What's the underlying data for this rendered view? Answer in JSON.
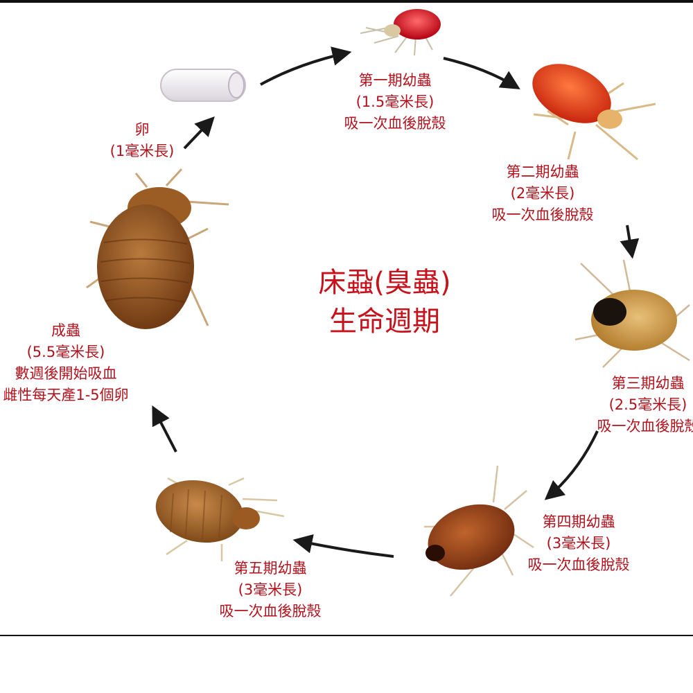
{
  "title": {
    "line1": "床蝨(臭蟲)",
    "line2": "生命週期"
  },
  "stages": {
    "egg": {
      "name": "卵",
      "size": "(1毫米長)"
    },
    "nymph1": {
      "name": "第一期幼蟲",
      "size": "(1.5毫米長)",
      "note": "吸一次血後脫殼"
    },
    "nymph2": {
      "name": "第二期幼蟲",
      "size": "(2毫米長)",
      "note": "吸一次血後脫殼"
    },
    "nymph3": {
      "name": "第三期幼蟲",
      "size": "(2.5毫米長)",
      "note": "吸一次血後脫殼"
    },
    "nymph4": {
      "name": "第四期幼蟲",
      "size": "(3毫米長)",
      "note": "吸一次血後脫殼"
    },
    "nymph5": {
      "name": "第五期幼蟲",
      "size": "(3毫米長)",
      "note": "吸一次血後脫殼"
    },
    "adult": {
      "name": "成蟲",
      "size": "(5.5毫米長)",
      "note1": "數週後開始吸血",
      "note2": "雌性每天產1-5個卵"
    }
  },
  "colors": {
    "label": "#b3121c",
    "title": "#c8111b",
    "arrow": "#1a1a1a",
    "frame": "#111111"
  }
}
